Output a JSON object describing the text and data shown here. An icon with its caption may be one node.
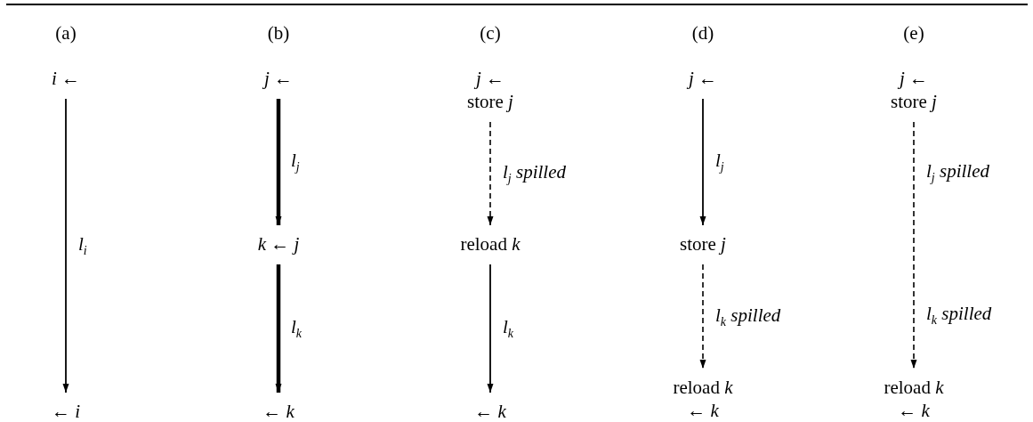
{
  "diagram": {
    "nodes": [
      {
        "text": [
          "*i* ←"
        ]
      },
      {
        "text": [
          "← *i*"
        ]
      },
      {
        "text": [
          "*j* ←"
        ]
      },
      {
        "text": [
          "*k* ← *j*"
        ]
      },
      {
        "text": [
          "← *k*"
        ]
      },
      {
        "text": [
          "*j* ←",
          "store *j*"
        ]
      },
      {
        "text": [
          "reload *k*"
        ]
      },
      {
        "text": [
          "← *k*"
        ]
      },
      {
        "text": [
          "*j* ←"
        ]
      },
      {
        "text": [
          "store *j*"
        ]
      },
      {
        "text": [
          "reload *k*",
          "← *k*"
        ]
      },
      {
        "text": [
          "*j* ←",
          "store *j*"
        ]
      },
      {
        "text": [
          "reload *k*",
          "← *k*"
        ]
      }
    ],
    "edges": [
      {
        "from": 0,
        "to": 1,
        "arrow": "to",
        "label": "*l*$_{i}$"
      },
      {
        "from": 2,
        "to": 3,
        "arrow": "to",
        "label": "*l*$_{j}$",
        "style": "thick"
      },
      {
        "from": 3,
        "to": 4,
        "arrow": "to",
        "label": "*l*$_{k}$",
        "style": "thick"
      },
      {
        "from": 5,
        "to": 6,
        "arrow": "to",
        "label": "*l*$_{j}$ *spilled*",
        "style": "dashed"
      },
      {
        "from": 6,
        "to": 7,
        "arrow": "to",
        "label": "*l*$_{k}$"
      },
      {
        "from": 8,
        "to": 9,
        "arrow": "to",
        "label": "*l*$_{j}$"
      },
      {
        "from": 9,
        "to": 10,
        "arrow": "to",
        "label": "*l*$_{k}$ *spilled*",
        "style": "dashed"
      },
      {
        "from": 11,
        "to": 12,
        "arrow": "to",
        "label": "*l*$_{j}$ *spilled*",
        "style": "dashed"
      }
    ],
    "labels": [
      "(a)",
      "(b)",
      "(c)",
      "(d)",
      "(e)",
      "*l*$_{k}$ *spilled*"
    ]
  }
}
